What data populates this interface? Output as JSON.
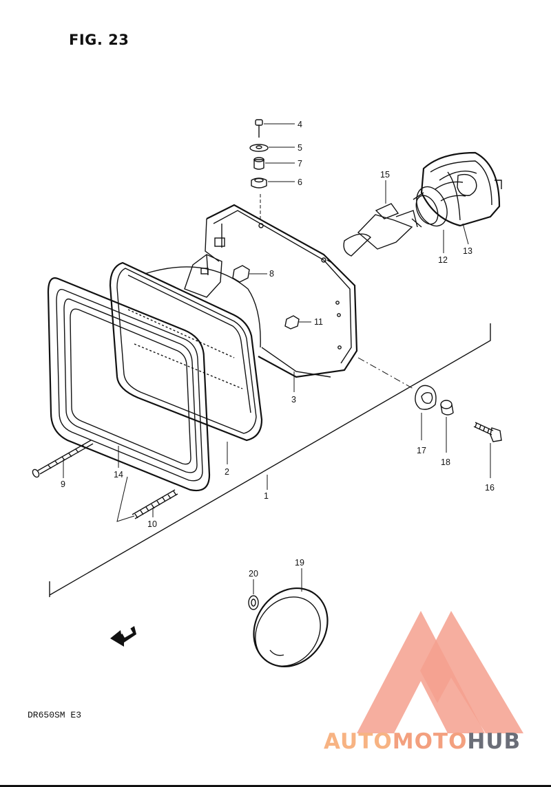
{
  "figure": {
    "title": "FIG. 23",
    "model": "DR650SM  E3"
  },
  "watermark": {
    "part1": "AUTO",
    "part2": "MOTO",
    "part3": "HUB",
    "colors": {
      "triangle": "#f4a08e",
      "auto": "#f7b383",
      "hub": "#6b6e78"
    }
  },
  "callouts": {
    "p1": "1",
    "p2": "2",
    "p3": "3",
    "p4": "4",
    "p5": "5",
    "p6": "6",
    "p7": "7",
    "p8": "8",
    "p9": "9",
    "p10": "10",
    "p11": "11",
    "p12": "12",
    "p13": "13",
    "p14": "14",
    "p15": "15",
    "p16": "16",
    "p17": "17",
    "p18": "18",
    "p19": "19",
    "p20": "20"
  }
}
